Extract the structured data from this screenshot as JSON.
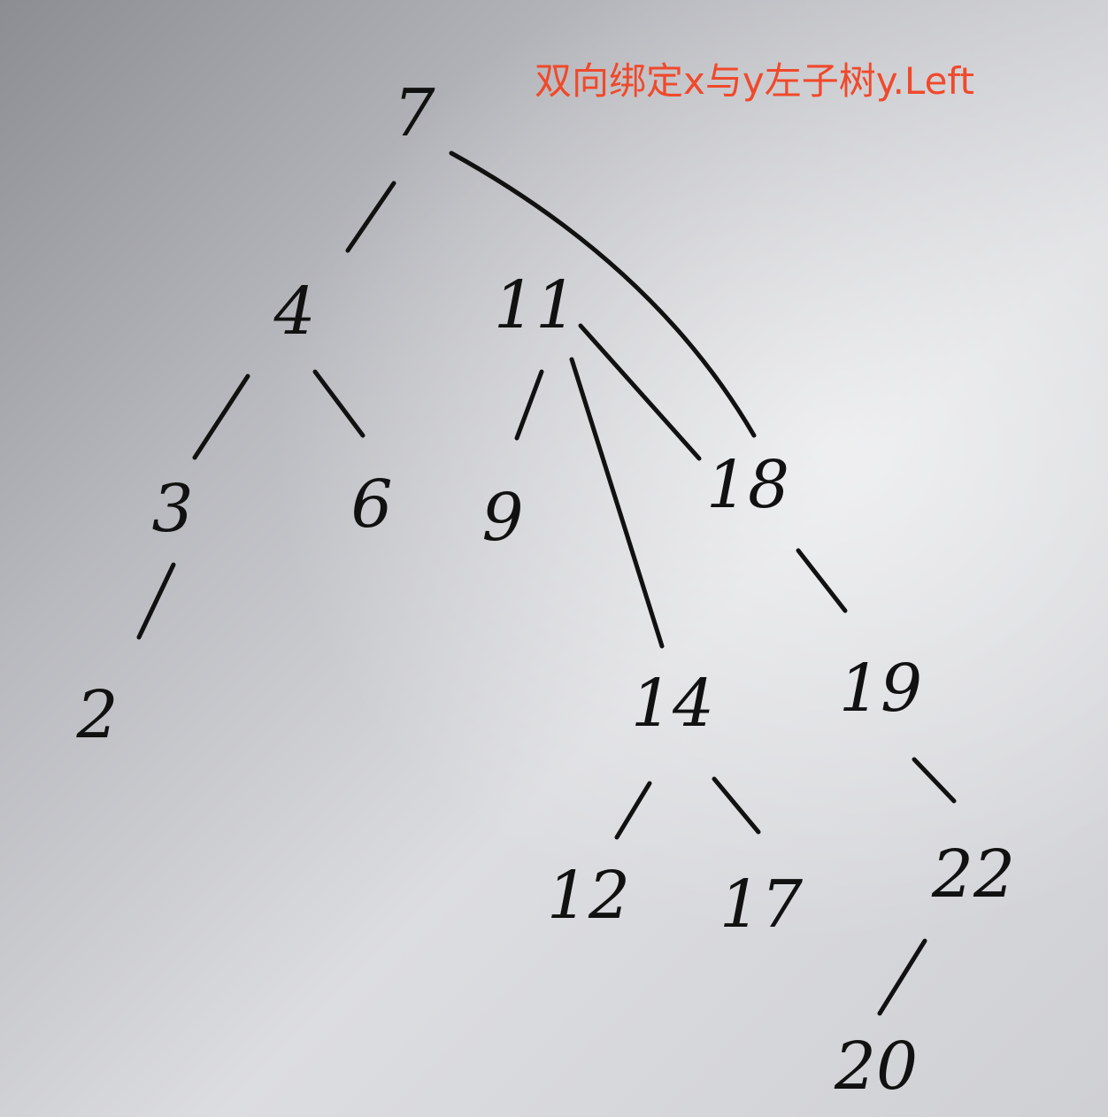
{
  "caption": {
    "text": "双向绑定x与y左子树y.Left",
    "color": "#f0492b"
  },
  "tree": {
    "nodes": [
      {
        "id": "n7",
        "label": "7"
      },
      {
        "id": "n4",
        "label": "4"
      },
      {
        "id": "n11",
        "label": "11"
      },
      {
        "id": "n18",
        "label": "18"
      },
      {
        "id": "n3",
        "label": "3"
      },
      {
        "id": "n6",
        "label": "6"
      },
      {
        "id": "n9",
        "label": "9"
      },
      {
        "id": "n14",
        "label": "14"
      },
      {
        "id": "n19",
        "label": "19"
      },
      {
        "id": "n2",
        "label": "2"
      },
      {
        "id": "n12",
        "label": "12"
      },
      {
        "id": "n17",
        "label": "17"
      },
      {
        "id": "n22",
        "label": "22"
      },
      {
        "id": "n20",
        "label": "20"
      }
    ],
    "edges": [
      {
        "from": "n7",
        "to": "n4"
      },
      {
        "from": "n7",
        "to": "n18"
      },
      {
        "from": "n4",
        "to": "n3"
      },
      {
        "from": "n4",
        "to": "n6"
      },
      {
        "from": "n11",
        "to": "n9"
      },
      {
        "from": "n11",
        "to": "n14"
      },
      {
        "from": "n11",
        "to": "n18"
      },
      {
        "from": "n3",
        "to": "n2"
      },
      {
        "from": "n18",
        "to": "n19"
      },
      {
        "from": "n14",
        "to": "n12"
      },
      {
        "from": "n14",
        "to": "n17"
      },
      {
        "from": "n19",
        "to": "n22"
      },
      {
        "from": "n22",
        "to": "n20"
      }
    ],
    "ink_color": "#111111"
  }
}
